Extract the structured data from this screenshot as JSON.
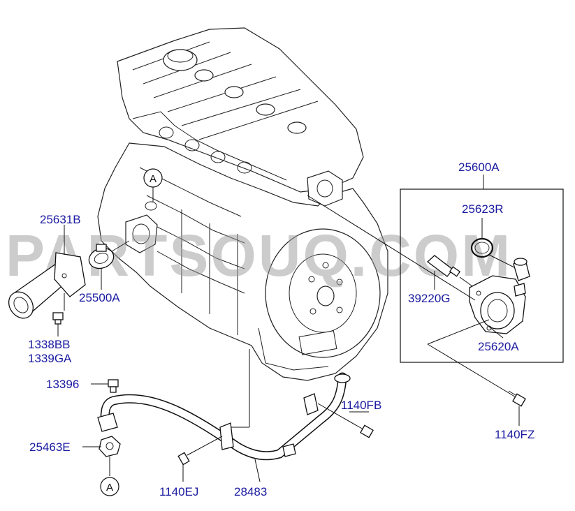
{
  "watermark": "PARTSOUQ.COM",
  "callouts": {
    "a_top": "A",
    "a_bottom": "A"
  },
  "labels": {
    "p25631B": "25631B",
    "p25500A": "25500A",
    "p1338BB": "1338BB",
    "p1339GA": "1339GA",
    "p13396": "13396",
    "p25463E": "25463E",
    "p1140EJ": "1140EJ",
    "p28483": "28483",
    "p1140FB": "1140FB",
    "p1140FZ": "1140FZ",
    "p25600A": "25600A",
    "p25623R": "25623R",
    "p39220G": "39220G",
    "p25620A": "25620A"
  },
  "colors": {
    "label": "#1a1aa0",
    "line": "#111111",
    "watermark": "#9a9a9a"
  }
}
